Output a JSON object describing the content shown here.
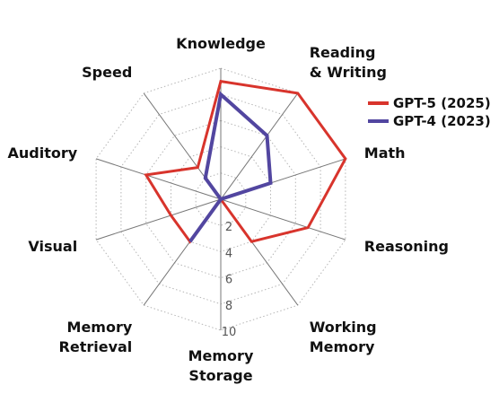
{
  "chart_data": {
    "type": "radar",
    "axes": [
      "Knowledge",
      "Reading\n& Writing",
      "Math",
      "Reasoning",
      "Working\nMemory",
      "Memory\nStorage",
      "Memory\nRetrieval",
      "Visual",
      "Auditory",
      "Speed"
    ],
    "series": [
      {
        "name": "GPT-5 (2025)",
        "color": "#d8342c",
        "values": [
          9,
          10,
          10,
          7,
          4,
          0,
          4,
          4,
          6,
          3
        ]
      },
      {
        "name": "GPT-4 (2023)",
        "color": "#5246a0",
        "values": [
          8,
          6,
          4,
          0,
          0,
          0,
          4,
          0,
          0,
          2
        ]
      }
    ],
    "range": [
      0,
      10
    ],
    "tick_labels": [
      "2",
      "4",
      "6",
      "8",
      "10"
    ],
    "grid": "dotted",
    "legend_position": "right"
  }
}
